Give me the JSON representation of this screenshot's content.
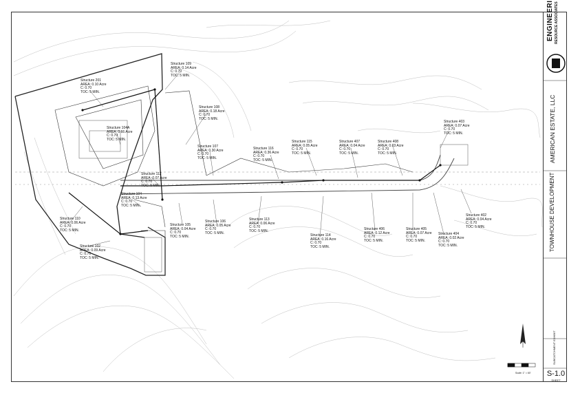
{
  "firm": {
    "name": "ENGINEERING",
    "subname": "RESOURCE ASSOCIATES"
  },
  "client": "AMERICAN ESTATE, LLC",
  "project": "TOWNHOUSE DEVELOPMENT",
  "sheet_title": "SUBCATCHMENT EXHIBIT",
  "sheet_number": "S-1.0",
  "sheet_label": "SHEET",
  "scale_label": "Scale: 1\" = 60'",
  "structures": [
    {
      "name": "Structure 109",
      "area": "AREA: 0.14 Acre",
      "c": "C: 0.70",
      "toc": "TOC: 5 MIN."
    },
    {
      "name": "Structure 201",
      "area": "AREA: 0.10 Acre",
      "c": "C: 0.70",
      "toc": "TOC: 5 MIN."
    },
    {
      "name": "Structure 108",
      "area": "AREA: 0.18 Acre",
      "c": "C: 0.70",
      "toc": "TOC: 5 MIN."
    },
    {
      "name": "Structure 104A",
      "area": "AREA: 0.66 Acre",
      "c": "C: 0.70",
      "toc": "TOC: 5 MIN."
    },
    {
      "name": "Structure 107",
      "area": "AREA: 0.30 Acre",
      "c": "C: 0.70",
      "toc": "TOC: 5 MIN."
    },
    {
      "name": "Structure 116",
      "area": "AREA: 0.36 Acre",
      "c": "C: 0.70",
      "toc": "TOC: 5 MIN."
    },
    {
      "name": "Structure 115",
      "area": "AREA: 0.05 Acre",
      "c": "C: 0.70",
      "toc": "TOC: 5 MIN."
    },
    {
      "name": "Structure 407",
      "area": "AREA: 0.04 Acre",
      "c": "C: 0.70",
      "toc": "TOC: 5 MIN."
    },
    {
      "name": "Structure 408",
      "area": "AREA: 0.03 Acre",
      "c": "C: 0.70",
      "toc": "TOC: 5 MIN."
    },
    {
      "name": "Structure 403",
      "area": "AREA: 0.07 Acre",
      "c": "C: 0.70",
      "toc": "TOC: 5 MIN."
    },
    {
      "name": "Structure 112",
      "area": "AREA: 0.07 Acre",
      "c": "C: 0.70",
      "toc": "TOC: 5 MIN."
    },
    {
      "name": "Structure 104",
      "area": "AREA: 0.13 Acre",
      "c": "C: 0.70",
      "toc": "TOC: 5 MIN."
    },
    {
      "name": "Structure 110",
      "area": "AREA: 0.06 Acre",
      "c": "C: 0.70",
      "toc": "TOC: 5 MIN."
    },
    {
      "name": "Structure 105",
      "area": "AREA: 0.04 Acre",
      "c": "C: 0.70",
      "toc": "TOC: 5 MIN."
    },
    {
      "name": "Structure 106",
      "area": "AREA: 0.05 Acre",
      "c": "C: 0.70",
      "toc": "TOC: 5 MIN."
    },
    {
      "name": "Structure 113",
      "area": "AREA: 0.06 Acre",
      "c": "C: 0.70",
      "toc": "TOC: 5 MIN."
    },
    {
      "name": "Structure 114",
      "area": "AREA: 0.16 Acre",
      "c": "C: 0.70",
      "toc": "TOC: 5 MIN."
    },
    {
      "name": "Structure 406",
      "area": "AREA: 0.12 Acre",
      "c": "C: 0.70",
      "toc": "TOC: 5 MIN."
    },
    {
      "name": "Structure 405",
      "area": "AREA: 0.07 Acre",
      "c": "C: 0.70",
      "toc": "TOC: 5 MIN."
    },
    {
      "name": "Structure 404",
      "area": "AREA: 0.02 Acre",
      "c": "C: 0.70",
      "toc": "TOC: 5 MIN."
    },
    {
      "name": "Structure 402",
      "area": "AREA: 0.04 Acre",
      "c": "C: 0.70",
      "toc": "TOC: 5 MIN."
    },
    {
      "name": "Structure 102",
      "area": "AREA: 0.09 Acre",
      "c": "C: 0.70",
      "toc": "TOC: 5 MIN."
    }
  ],
  "colors": {
    "line": "#111111",
    "contour": "#b8b8b8",
    "road": "#555555"
  }
}
